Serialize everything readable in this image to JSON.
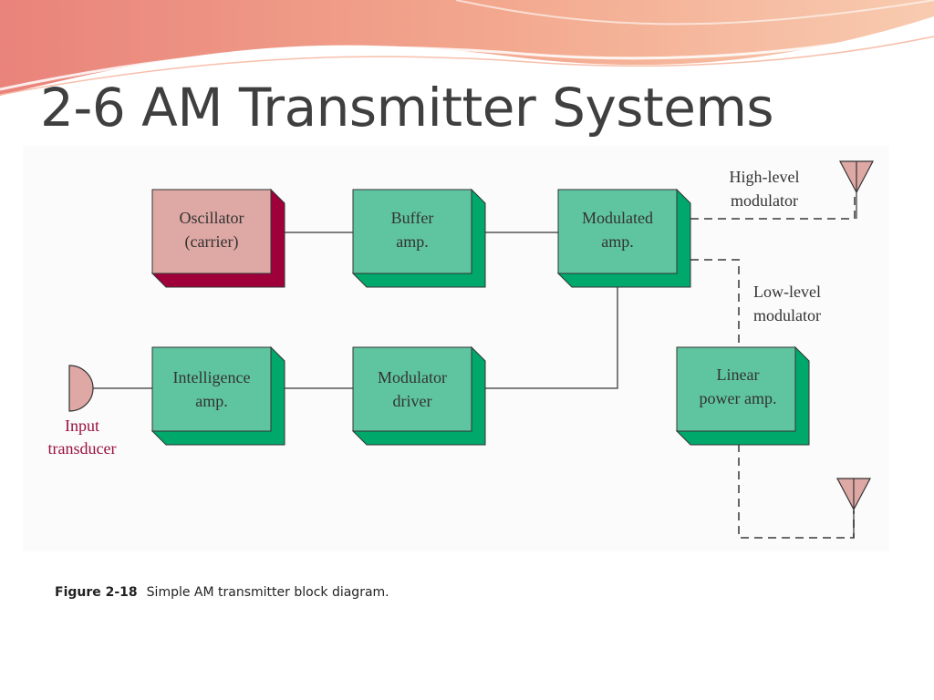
{
  "slide": {
    "title": "2-6 AM Transmitter Systems",
    "caption_label": "Figure 2-18",
    "caption_text": "Simple AM transmitter block diagram."
  },
  "diagram": {
    "blocks": {
      "oscillator": {
        "line1": "Oscillator",
        "line2": "(carrier)"
      },
      "buffer": {
        "line1": "Buffer",
        "line2": "amp."
      },
      "modulated": {
        "line1": "Modulated",
        "line2": "amp."
      },
      "intelligence": {
        "line1": "Intelligence",
        "line2": "amp."
      },
      "modulator_driver": {
        "line1": "Modulator",
        "line2": "driver"
      },
      "linear_power": {
        "line1": "Linear",
        "line2": "power amp."
      }
    },
    "labels": {
      "high_level": {
        "line1": "High-level",
        "line2": "modulator"
      },
      "low_level": {
        "line1": "Low-level",
        "line2": "modulator"
      },
      "input_transducer": {
        "line1": "Input",
        "line2": "transducer"
      }
    }
  },
  "colors": {
    "block_green": "#5fc5a0",
    "block_green_side": "#00a86b",
    "oscillator_fill": "#dea8a4",
    "oscillator_side": "#a0003a",
    "antenna_fill": "#dea8a4",
    "input_label": "#9a1040"
  }
}
